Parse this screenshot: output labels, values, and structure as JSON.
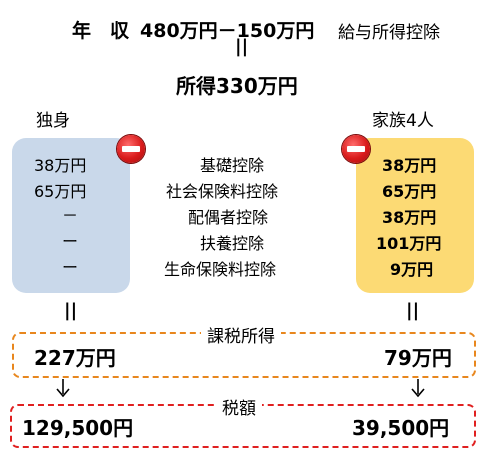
{
  "header": {
    "income_label": "年　収",
    "income_expr": "480万円－150万円",
    "income_suffix": "給与所得控除",
    "equals": "||",
    "result": "所得330万円"
  },
  "single": {
    "label": "独身",
    "values": [
      "38万円",
      "65万円",
      "－",
      "ー",
      "ー"
    ],
    "equals": "||",
    "taxable": "227万円",
    "tax": "129,500円"
  },
  "family": {
    "label": "家族4人",
    "values": [
      "38万円",
      "65万円",
      "38万円",
      "101万円",
      "9万円"
    ],
    "equals": "||",
    "taxable": "79万円",
    "tax": "39,500円"
  },
  "deductions": [
    "基礎控除",
    "社会保険料控除",
    "配偶者控除",
    "扶養控除",
    "生命保険料控除"
  ],
  "taxable_label": "課税所得",
  "tax_label": "税額",
  "colors": {
    "single_box": "#c9d8ea",
    "family_box": "#fcda74",
    "taxable_border": "#e8871e",
    "tax_border": "#e02020",
    "minus_icon": "#d91b1b"
  }
}
